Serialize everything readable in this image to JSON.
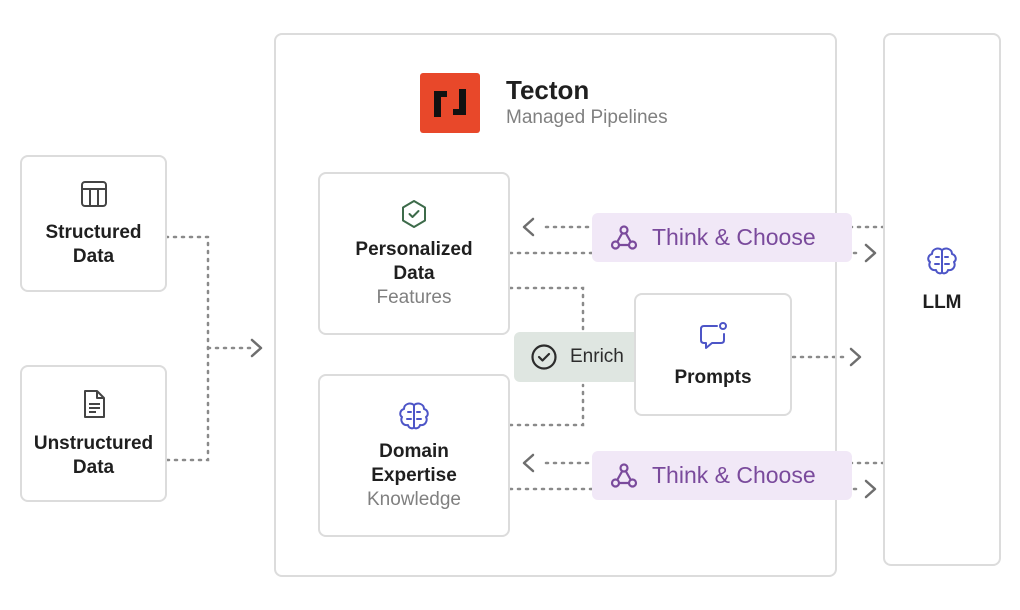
{
  "sources": {
    "structured": {
      "line1": "Structured",
      "line2": "Data",
      "icon": "table-icon"
    },
    "unstructured": {
      "line1": "Unstructured",
      "line2": "Data",
      "icon": "document-icon"
    }
  },
  "platform": {
    "name": "Tecton",
    "subtitle": "Managed Pipelines",
    "logo": "tecton-logo",
    "logo_color": "#e8482a"
  },
  "personalized": {
    "line1": "Personalized",
    "line2": "Data",
    "sub": "Features",
    "icon": "hexagon-check-icon"
  },
  "domain": {
    "line1": "Domain",
    "line2": "Expertise",
    "sub": "Knowledge",
    "icon": "brain-icon"
  },
  "enrich": {
    "label": "Enrich",
    "icon": "check-circle-icon"
  },
  "prompts": {
    "label": "Prompts",
    "icon": "chat-bubble-icon"
  },
  "think_top": {
    "label": "Think & Choose",
    "icon": "network-icon"
  },
  "think_bottom": {
    "label": "Think & Choose",
    "icon": "network-icon"
  },
  "llm": {
    "label": "LLM",
    "icon": "brain-icon"
  },
  "colors": {
    "accent_blue": "#4d55c7",
    "accent_purple": "#7a4a9c",
    "green": "#3d6b4a",
    "line": "#8a8a8a"
  }
}
